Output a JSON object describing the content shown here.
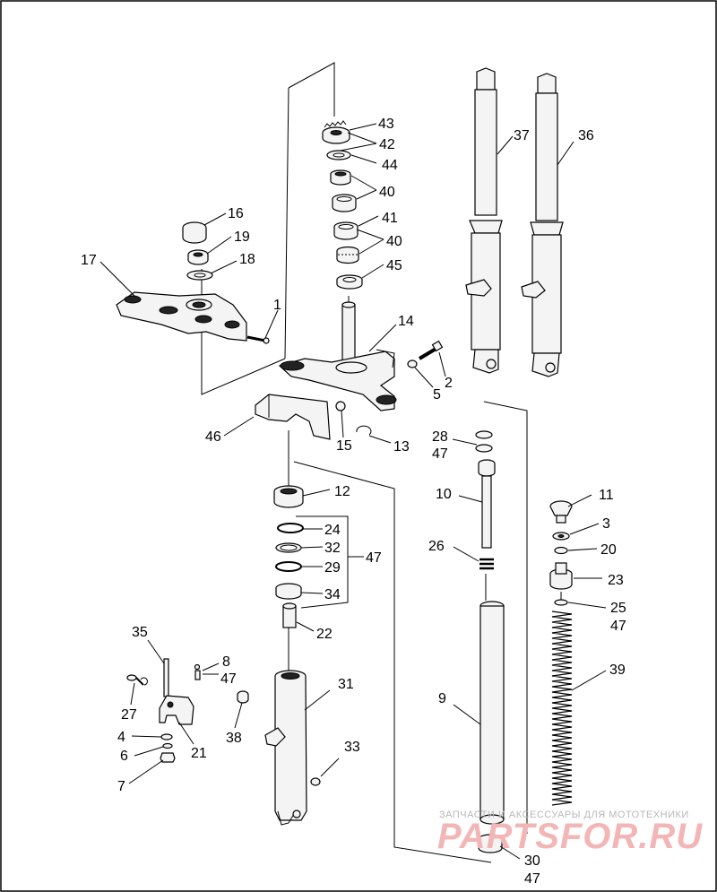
{
  "diagram": {
    "labels": [
      {
        "id": "l43",
        "text": "43"
      },
      {
        "id": "l42",
        "text": "42"
      },
      {
        "id": "l44",
        "text": "44"
      },
      {
        "id": "l40a",
        "text": "40"
      },
      {
        "id": "l41",
        "text": "41"
      },
      {
        "id": "l40b",
        "text": "40"
      },
      {
        "id": "l45",
        "text": "45"
      },
      {
        "id": "l16",
        "text": "16"
      },
      {
        "id": "l19",
        "text": "19"
      },
      {
        "id": "l17",
        "text": "17"
      },
      {
        "id": "l18",
        "text": "18"
      },
      {
        "id": "l1",
        "text": "1"
      },
      {
        "id": "l14",
        "text": "14"
      },
      {
        "id": "l2",
        "text": "2"
      },
      {
        "id": "l5",
        "text": "5"
      },
      {
        "id": "l46",
        "text": "46"
      },
      {
        "id": "l15",
        "text": "15"
      },
      {
        "id": "l13",
        "text": "13"
      },
      {
        "id": "l37",
        "text": "37"
      },
      {
        "id": "l36",
        "text": "36"
      },
      {
        "id": "l28",
        "text": "28"
      },
      {
        "id": "l47a",
        "text": "47"
      },
      {
        "id": "l10",
        "text": "10"
      },
      {
        "id": "l26",
        "text": "26"
      },
      {
        "id": "l11",
        "text": "11"
      },
      {
        "id": "l3",
        "text": "3"
      },
      {
        "id": "l20",
        "text": "20"
      },
      {
        "id": "l23",
        "text": "23"
      },
      {
        "id": "l25",
        "text": "25"
      },
      {
        "id": "l47b",
        "text": "47"
      },
      {
        "id": "l39",
        "text": "39"
      },
      {
        "id": "l12",
        "text": "12"
      },
      {
        "id": "l24",
        "text": "24"
      },
      {
        "id": "l32",
        "text": "32"
      },
      {
        "id": "l29",
        "text": "29"
      },
      {
        "id": "l34",
        "text": "34"
      },
      {
        "id": "l47c",
        "text": "47"
      },
      {
        "id": "l22",
        "text": "22"
      },
      {
        "id": "l35",
        "text": "35"
      },
      {
        "id": "l8",
        "text": "8"
      },
      {
        "id": "l47d",
        "text": "47"
      },
      {
        "id": "l27",
        "text": "27"
      },
      {
        "id": "l31",
        "text": "31"
      },
      {
        "id": "l9",
        "text": "9"
      },
      {
        "id": "l38",
        "text": "38"
      },
      {
        "id": "l4",
        "text": "4"
      },
      {
        "id": "l21",
        "text": "21"
      },
      {
        "id": "l6",
        "text": "6"
      },
      {
        "id": "l7",
        "text": "7"
      },
      {
        "id": "l33",
        "text": "33"
      },
      {
        "id": "l30",
        "text": "30"
      },
      {
        "id": "l47e",
        "text": "47"
      }
    ]
  },
  "watermark": {
    "caption": "ЗАПЧАСТИ И АКСЕССУАРЫ ДЛЯ МОТОТЕХНИКИ",
    "brand": "PARTSFOR.RU"
  }
}
